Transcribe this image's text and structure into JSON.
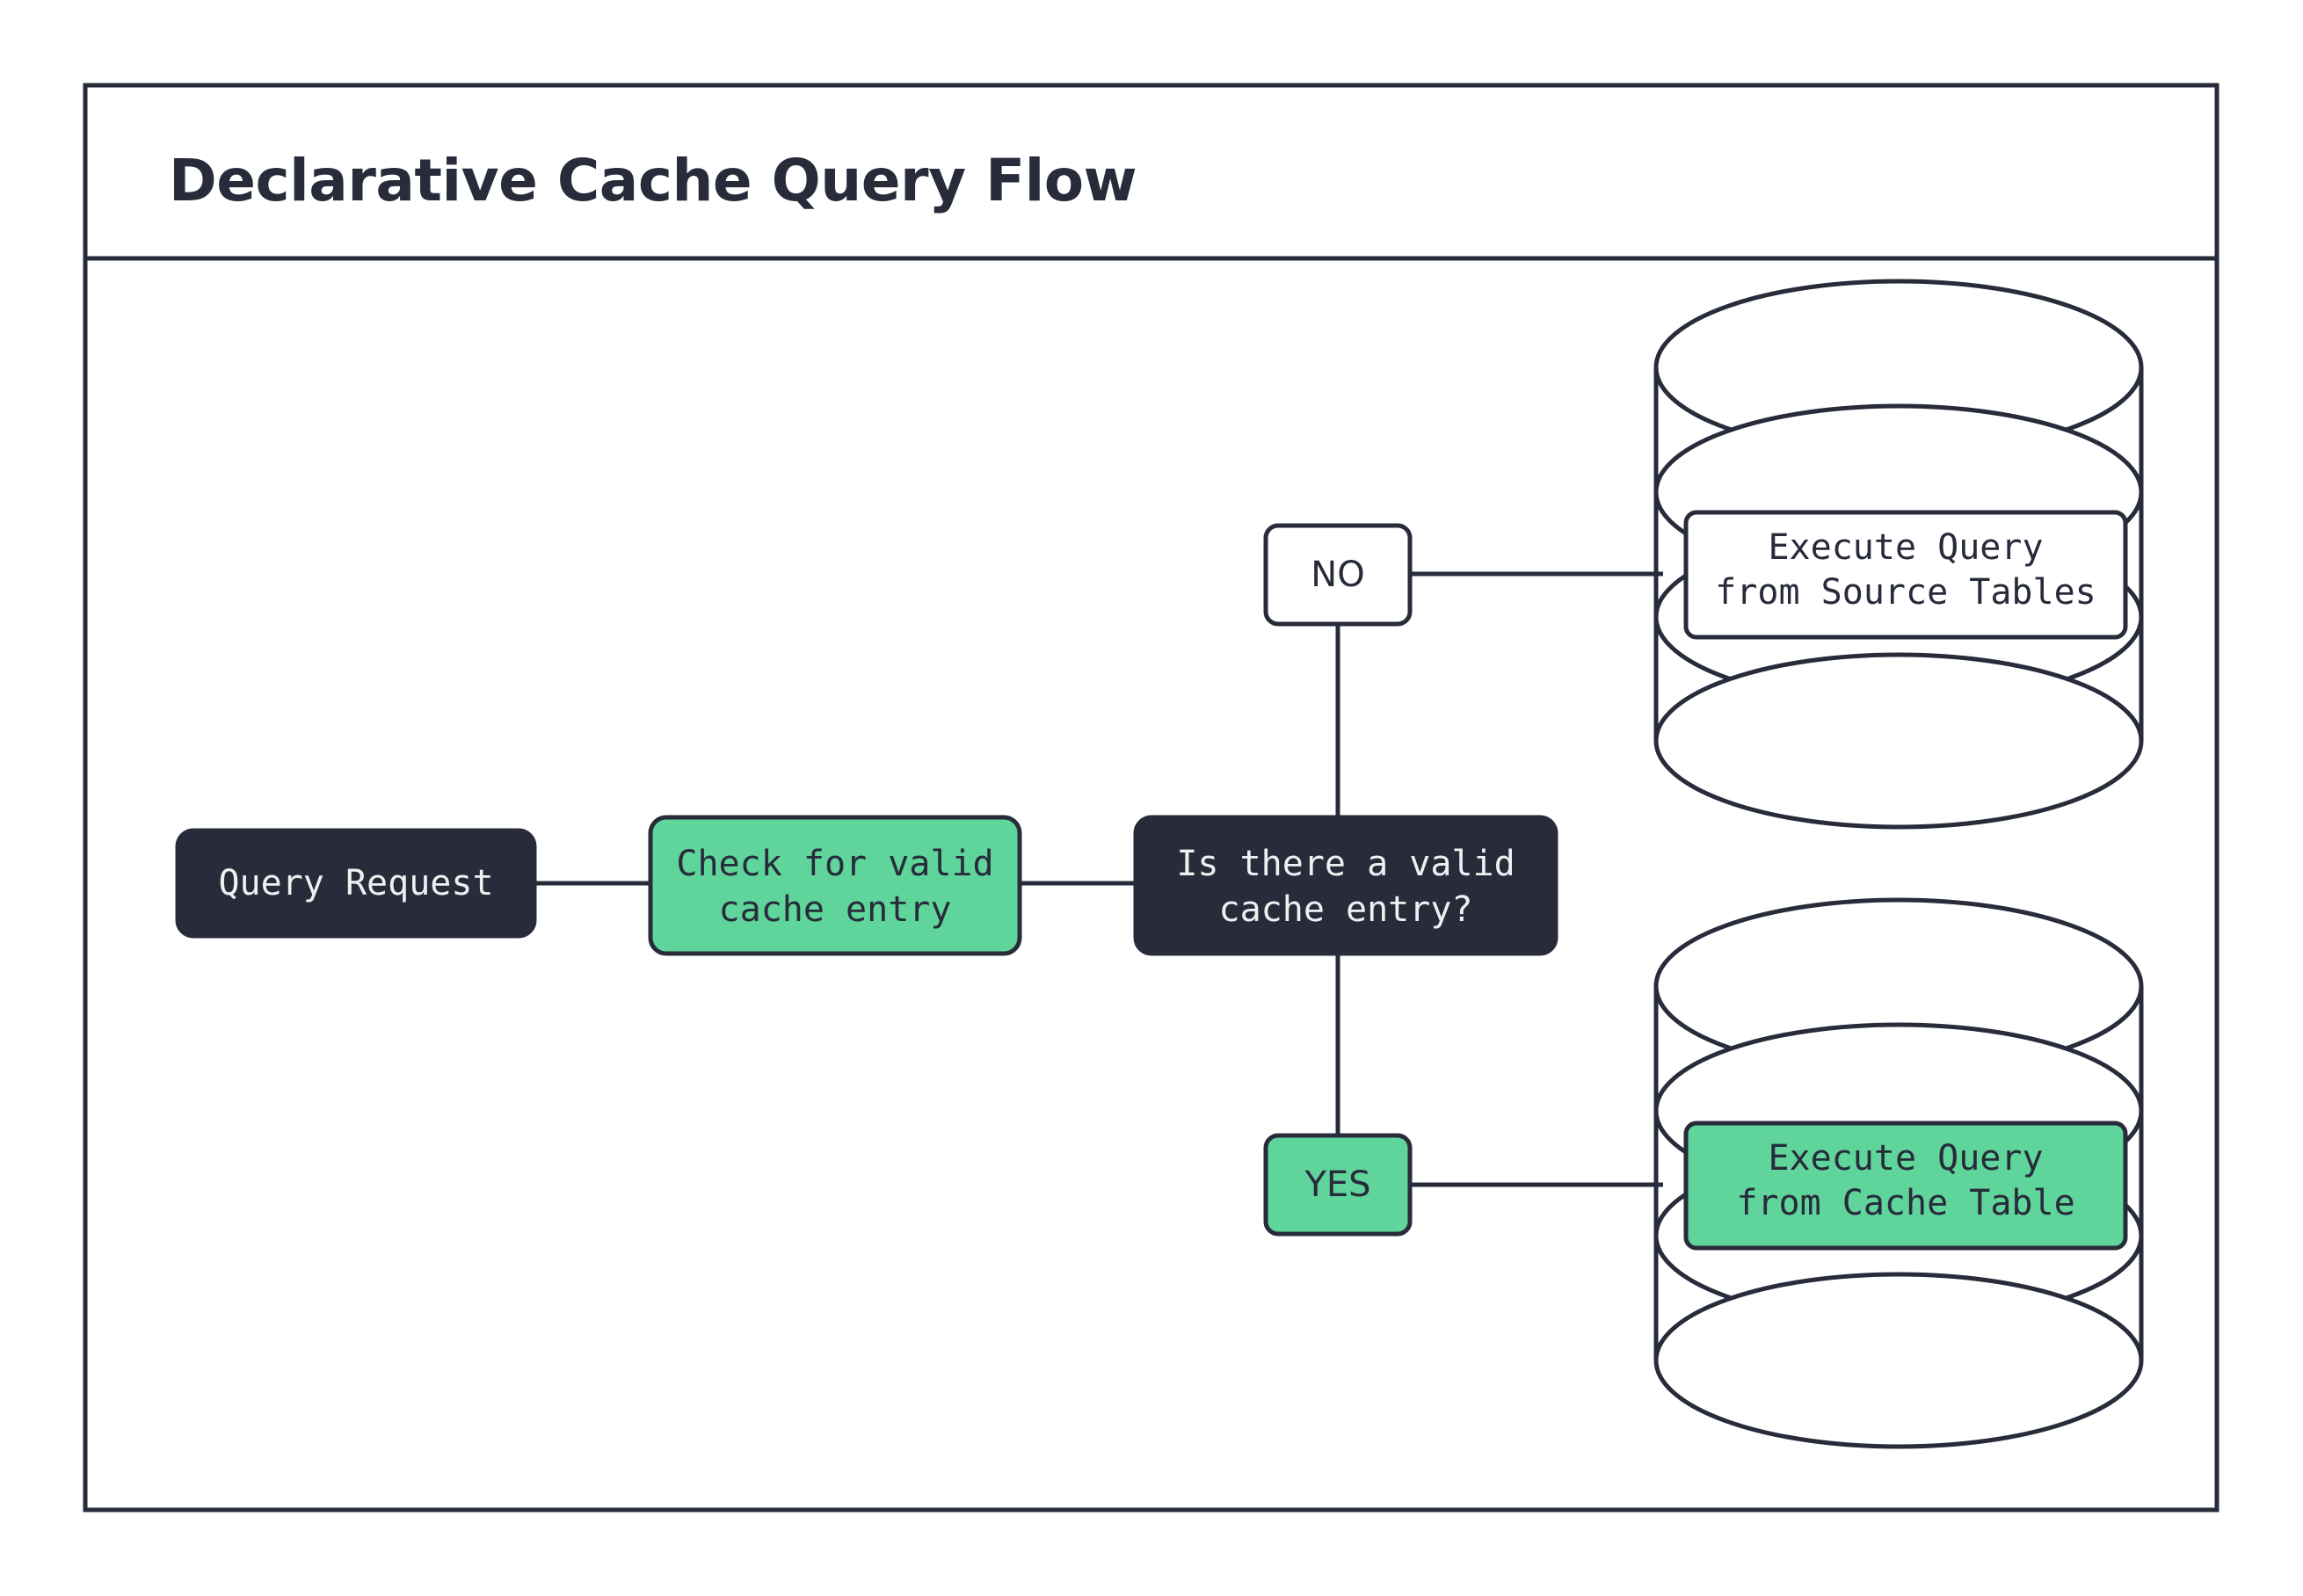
{
  "frame": {
    "title": "Declarative Cache Query Flow",
    "border_color": "#272B3A",
    "background": "#ffffff"
  },
  "palette": {
    "dark": "#272B3A",
    "green": "#5FD49B",
    "white": "#ffffff",
    "light_text": "#F0F0F2"
  },
  "diagram": {
    "type": "flowchart",
    "direction": "left-to-right",
    "nodes": [
      {
        "id": "query-request",
        "label": "Query Request",
        "shape": "rounded-rect",
        "style": "dark"
      },
      {
        "id": "check-cache",
        "label": "Check for valid\ncache entry",
        "line1": "Check for valid",
        "line2": "cache entry",
        "shape": "rounded-rect",
        "style": "green"
      },
      {
        "id": "decision",
        "label": "Is there a valid\ncache entry?",
        "line1": "Is there a valid",
        "line2": "cache entry?",
        "shape": "rounded-rect",
        "style": "dark"
      },
      {
        "id": "source-db",
        "label": "Execute Query\nfrom Source Tables",
        "line1": "Execute Query",
        "line2": "from Source Tables",
        "shape": "database-cylinder",
        "style": "white"
      },
      {
        "id": "cache-db",
        "label": "Execute Query\nfrom Cache Table",
        "line1": "Execute Query",
        "line2": "from Cache Table",
        "shape": "database-cylinder",
        "style": "green"
      }
    ],
    "edges": [
      {
        "from": "query-request",
        "to": "check-cache",
        "label": ""
      },
      {
        "from": "check-cache",
        "to": "decision",
        "label": ""
      },
      {
        "from": "decision",
        "to": "source-db",
        "label": "NO",
        "label_style": "white"
      },
      {
        "from": "decision",
        "to": "cache-db",
        "label": "YES",
        "label_style": "green"
      }
    ]
  }
}
